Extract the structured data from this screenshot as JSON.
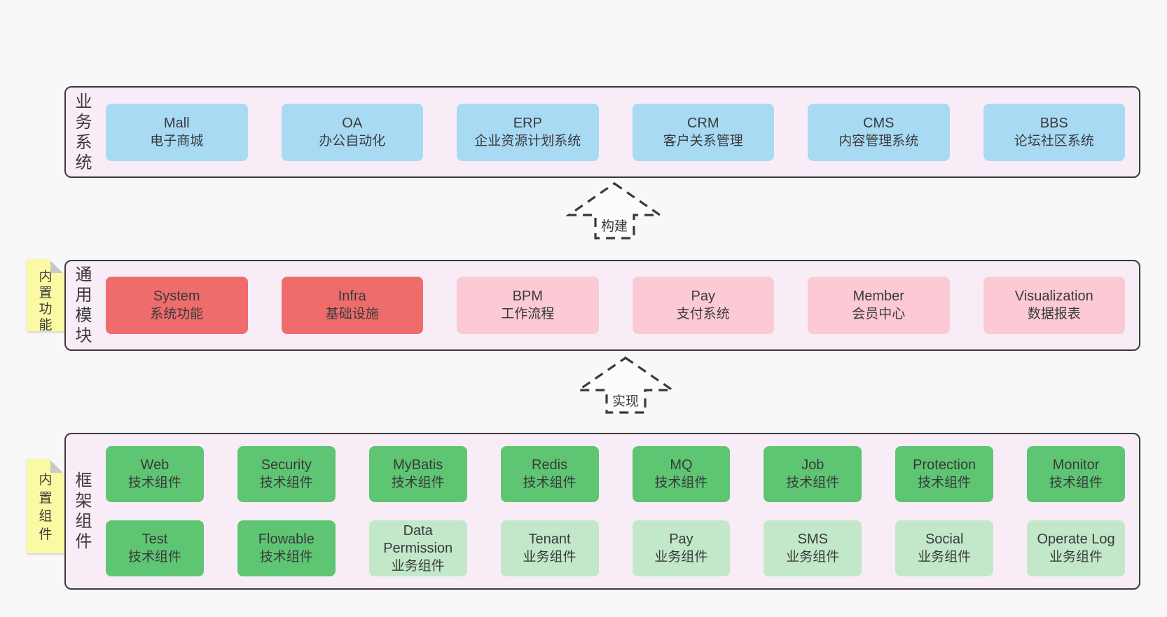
{
  "page": {
    "background": "#f8f8f8"
  },
  "colors": {
    "panel_background": "#f8edf7",
    "panel_border": "#3b3b3b",
    "text": "#3a3a3a",
    "business_blue": "#a8daf4",
    "core_red": "#ef6c6c",
    "module_pink": "#fbcad4",
    "tech_green": "#5ec573",
    "business_light_green": "#c2e8c9",
    "note_yellow": "#fbf9a3"
  },
  "arrows": [
    {
      "label": "构建",
      "direction": "up"
    },
    {
      "label": "实现",
      "direction": "up"
    }
  ],
  "layers": [
    {
      "label": "业务系统",
      "boxes": [
        {
          "en": "Mall",
          "cn": "电子商城"
        },
        {
          "en": "OA",
          "cn": "办公自动化"
        },
        {
          "en": "ERP",
          "cn": "企业资源计划系统"
        },
        {
          "en": "CRM",
          "cn": "客户关系管理"
        },
        {
          "en": "CMS",
          "cn": "内容管理系统"
        },
        {
          "en": "BBS",
          "cn": "论坛社区系统"
        }
      ]
    },
    {
      "label": "通用模块",
      "note": "内置功能",
      "boxes": [
        {
          "en": "System",
          "cn": "系统功能"
        },
        {
          "en": "Infra",
          "cn": "基础设施"
        },
        {
          "en": "BPM",
          "cn": "工作流程"
        },
        {
          "en": "Pay",
          "cn": "支付系统"
        },
        {
          "en": "Member",
          "cn": "会员中心"
        },
        {
          "en": "Visualization",
          "cn": "数据报表"
        }
      ]
    },
    {
      "label": "框架组件",
      "note": "内置组件",
      "rows": [
        [
          {
            "en": "Web",
            "cn": "技术组件"
          },
          {
            "en": "Security",
            "cn": "技术组件"
          },
          {
            "en": "MyBatis",
            "cn": "技术组件"
          },
          {
            "en": "Redis",
            "cn": "技术组件"
          },
          {
            "en": "MQ",
            "cn": "技术组件"
          },
          {
            "en": "Job",
            "cn": "技术组件"
          },
          {
            "en": "Protection",
            "cn": "技术组件"
          },
          {
            "en": "Monitor",
            "cn": "技术组件"
          }
        ],
        [
          {
            "en": "Test",
            "cn": "技术组件"
          },
          {
            "en": "Flowable",
            "cn": "技术组件"
          },
          {
            "en": "Data Permission",
            "cn": "业务组件"
          },
          {
            "en": "Tenant",
            "cn": "业务组件"
          },
          {
            "en": "Pay",
            "cn": "业务组件"
          },
          {
            "en": "SMS",
            "cn": "业务组件"
          },
          {
            "en": "Social",
            "cn": "业务组件"
          },
          {
            "en": "Operate Log",
            "cn": "业务组件"
          }
        ]
      ]
    }
  ]
}
